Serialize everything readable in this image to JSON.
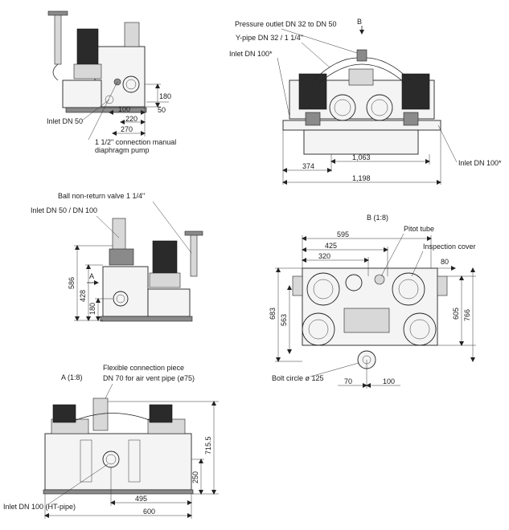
{
  "labels": {
    "pressure_outlet": "Pressure outlet DN 32 to DN 50",
    "y_pipe": "Y-pipe DN 32 / 1 1/4\"",
    "inlet_dn100_star_left": "Inlet DN 100*",
    "inlet_dn100_star_right": "Inlet DN 100*",
    "view_b_marker": "B",
    "inlet_dn50": "Inlet DN 50",
    "connection_manual_line1": "1 1/2\" connection manual",
    "connection_manual_line2": "diaphragm pump",
    "ball_valve": "Ball non-return valve 1 1/4\"",
    "inlet_dn50_dn100": "Inlet DN 50 / DN 100",
    "view_a_marker": "A",
    "view_b_title": "B (1:8)",
    "pitot_tube": "Pitot tube",
    "inspection_cover": "Inspection cover",
    "bolt_circle": "Bolt circle ø 125",
    "view_a_title": "A (1:8)",
    "flexible_line1": "Flexible connection piece",
    "flexible_line2": "DN 70 for air vent pipe (ø75)",
    "inlet_ht_pipe": "Inlet DN 100 (HT-pipe)"
  },
  "dimensions": {
    "tl_180": "180",
    "tl_50": "50",
    "tl_100": "100",
    "tl_220": "220",
    "tl_270": "270",
    "tr_1063": "1,063",
    "tr_374": "374",
    "tr_1198": "1,198",
    "ml_586": "586",
    "ml_428": "428",
    "ml_180": "180",
    "mr_595": "595",
    "mr_425": "425",
    "mr_320": "320",
    "mr_80": "80",
    "mr_683": "683",
    "mr_563": "563",
    "mr_605": "605",
    "mr_766": "766",
    "mr_70": "70",
    "mr_100": "100",
    "bl_715": "715.5",
    "bl_250": "250",
    "bl_495": "495",
    "bl_600": "600"
  }
}
